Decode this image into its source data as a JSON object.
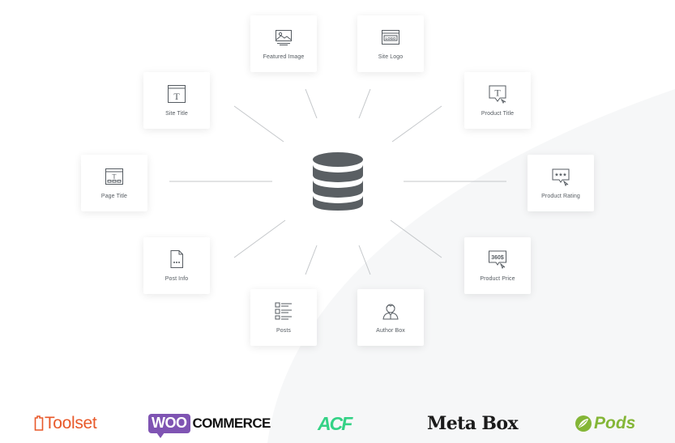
{
  "colors": {
    "icon_stroke": "#555b61",
    "database": "#5a5f63",
    "line": "#c4c7ca",
    "toolset": "#e8592a",
    "woo_purple": "#7f54b3",
    "acf_green": "#34d286",
    "pods_green": "#84b637"
  },
  "cards": [
    {
      "id": "featured-image",
      "label": "Featured Image",
      "icon": "image-icon"
    },
    {
      "id": "site-logo",
      "label": "Site Logo",
      "icon": "logo-icon"
    },
    {
      "id": "site-title",
      "label": "Site Title",
      "icon": "title-window-icon"
    },
    {
      "id": "product-title",
      "label": "Product Title",
      "icon": "product-title-icon"
    },
    {
      "id": "page-title",
      "label": "Page Title",
      "icon": "page-title-icon"
    },
    {
      "id": "product-rating",
      "label": "Product Rating",
      "icon": "rating-bubble-icon"
    },
    {
      "id": "post-info",
      "label": "Post Info",
      "icon": "post-file-icon"
    },
    {
      "id": "product-price",
      "label": "Product Price",
      "icon": "price-bubble-icon"
    },
    {
      "id": "posts",
      "label": "Posts",
      "icon": "posts-list-icon"
    },
    {
      "id": "author-box",
      "label": "Author Box",
      "icon": "author-avatar-icon"
    }
  ],
  "hub": {
    "icon": "database-icon"
  },
  "logos": {
    "toolset": "Toolset",
    "woo_badge": "WOO",
    "woo_rest": "COMMERCE",
    "acf": "ACF",
    "metabox": "Meta Box",
    "pods": "Pods"
  },
  "icon_text": {
    "logo": "LOGO",
    "title_t": "T",
    "price": "360$"
  }
}
